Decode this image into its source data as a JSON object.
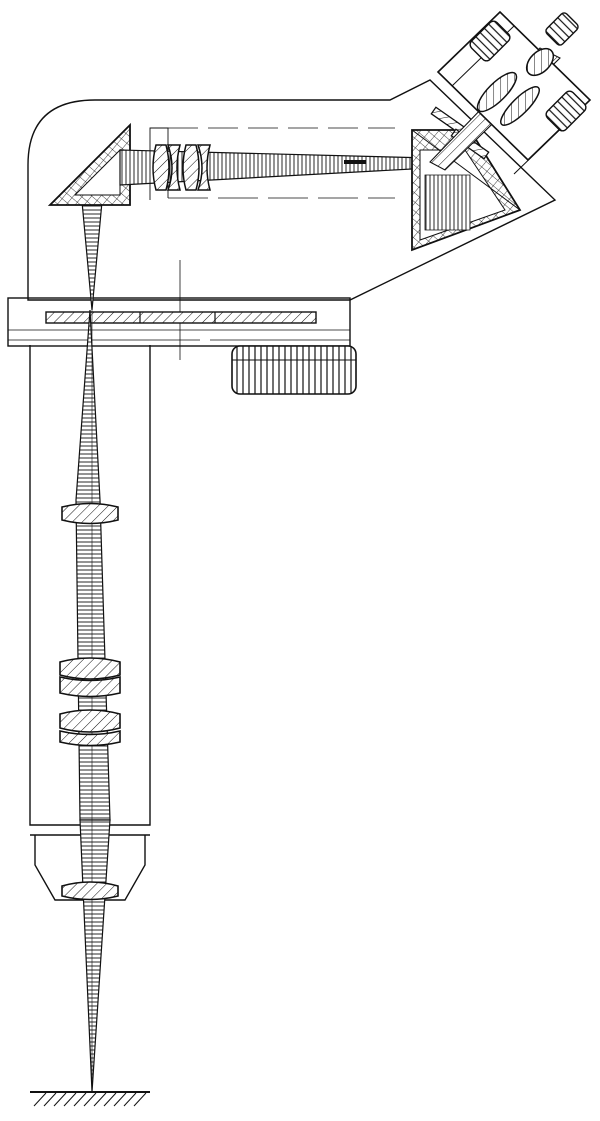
{
  "figure": {
    "kind": "optical-cross-section",
    "colors": {
      "ink": "#111111",
      "paper": "#ffffff",
      "glass": "#e6e6e6"
    },
    "components": [
      {
        "id": "object-plane",
        "label": ""
      },
      {
        "id": "objective-front-lens",
        "label": ""
      },
      {
        "id": "objective-doublet-lower",
        "label": ""
      },
      {
        "id": "objective-doublet-upper",
        "label": ""
      },
      {
        "id": "objective-rear-lens",
        "label": ""
      },
      {
        "id": "stage-plate",
        "label": ""
      },
      {
        "id": "focus-knob",
        "label": ""
      },
      {
        "id": "right-angle-prism",
        "label": ""
      },
      {
        "id": "relay-doublet-pair",
        "label": ""
      },
      {
        "id": "beam-splitter-prism-block",
        "label": ""
      },
      {
        "id": "eyepiece-lens",
        "label": ""
      },
      {
        "id": "eyepiece-knurled-rings",
        "label": ""
      }
    ]
  }
}
